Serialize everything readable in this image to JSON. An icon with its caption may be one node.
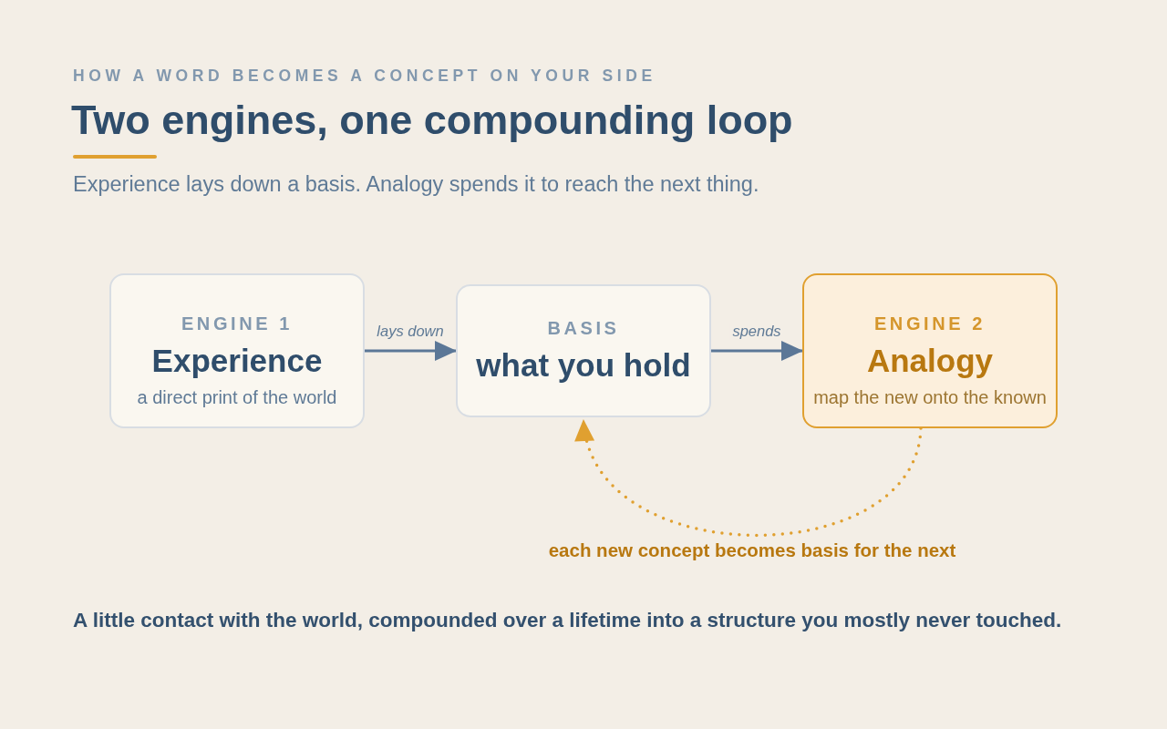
{
  "diagram": {
    "title": "Two engines, one compounding loop",
    "caption": "A little contact with the world, compounded over a lifetime into a structure you mostly never touched.",
    "nodes": [
      {
        "text": [
          "ENGINE 1",
          "Experience",
          "a direct print of the world"
        ]
      },
      {
        "text": [
          "BASIS",
          "what you hold"
        ]
      },
      {
        "text": [
          "ENGINE 2",
          "Analogy",
          "map the new onto the known"
        ]
      }
    ],
    "edges": [
      {
        "from": 0,
        "to": 1,
        "arrow": "to",
        "label": "lays down"
      },
      {
        "from": 1,
        "to": 2,
        "arrow": "to",
        "label": "spends"
      },
      {
        "from": 2,
        "to": 1,
        "arrow": "to",
        "label": "each new concept becomes basis for the next",
        "style": "dashed",
        "color": "#e0a030"
      }
    ],
    "labels": [
      "HOW A WORD BECOMES A CONCEPT ON YOUR SIDE",
      "Experience lays down a basis. Analogy spends it to reach the next thing."
    ]
  }
}
